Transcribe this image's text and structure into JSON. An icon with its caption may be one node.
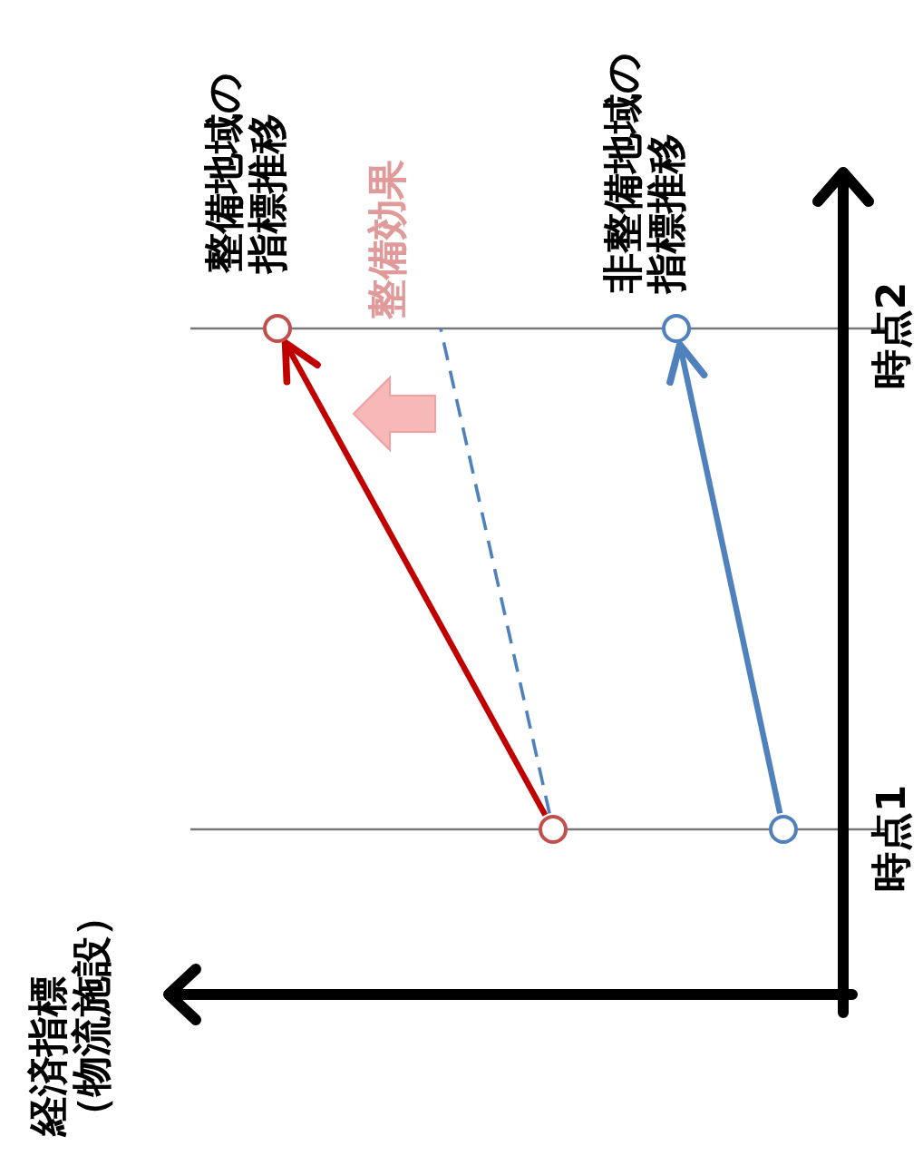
{
  "diagram": {
    "nodes": [
      {
        "text": [],
        "shape": "circle"
      },
      {
        "text": [],
        "shape": "circle"
      },
      {
        "text": [],
        "shape": "circle"
      },
      {
        "text": [],
        "shape": "circle"
      }
    ],
    "edges": [
      {
        "from": 0,
        "to": 1,
        "arrow": "to",
        "color": "#c00000"
      },
      {
        "from": 2,
        "to": 3,
        "arrow": "to",
        "color": "#4f81bd"
      },
      {
        "from": 0,
        "to": null,
        "arrow": "none",
        "style": "dashed",
        "color": "#4f81bd"
      }
    ],
    "labels": [
      "整備地域の指標推移",
      "整備効果",
      "非整備地域の指標推移",
      "時点2",
      "時点1",
      "経済指標（物流施設）"
    ]
  }
}
